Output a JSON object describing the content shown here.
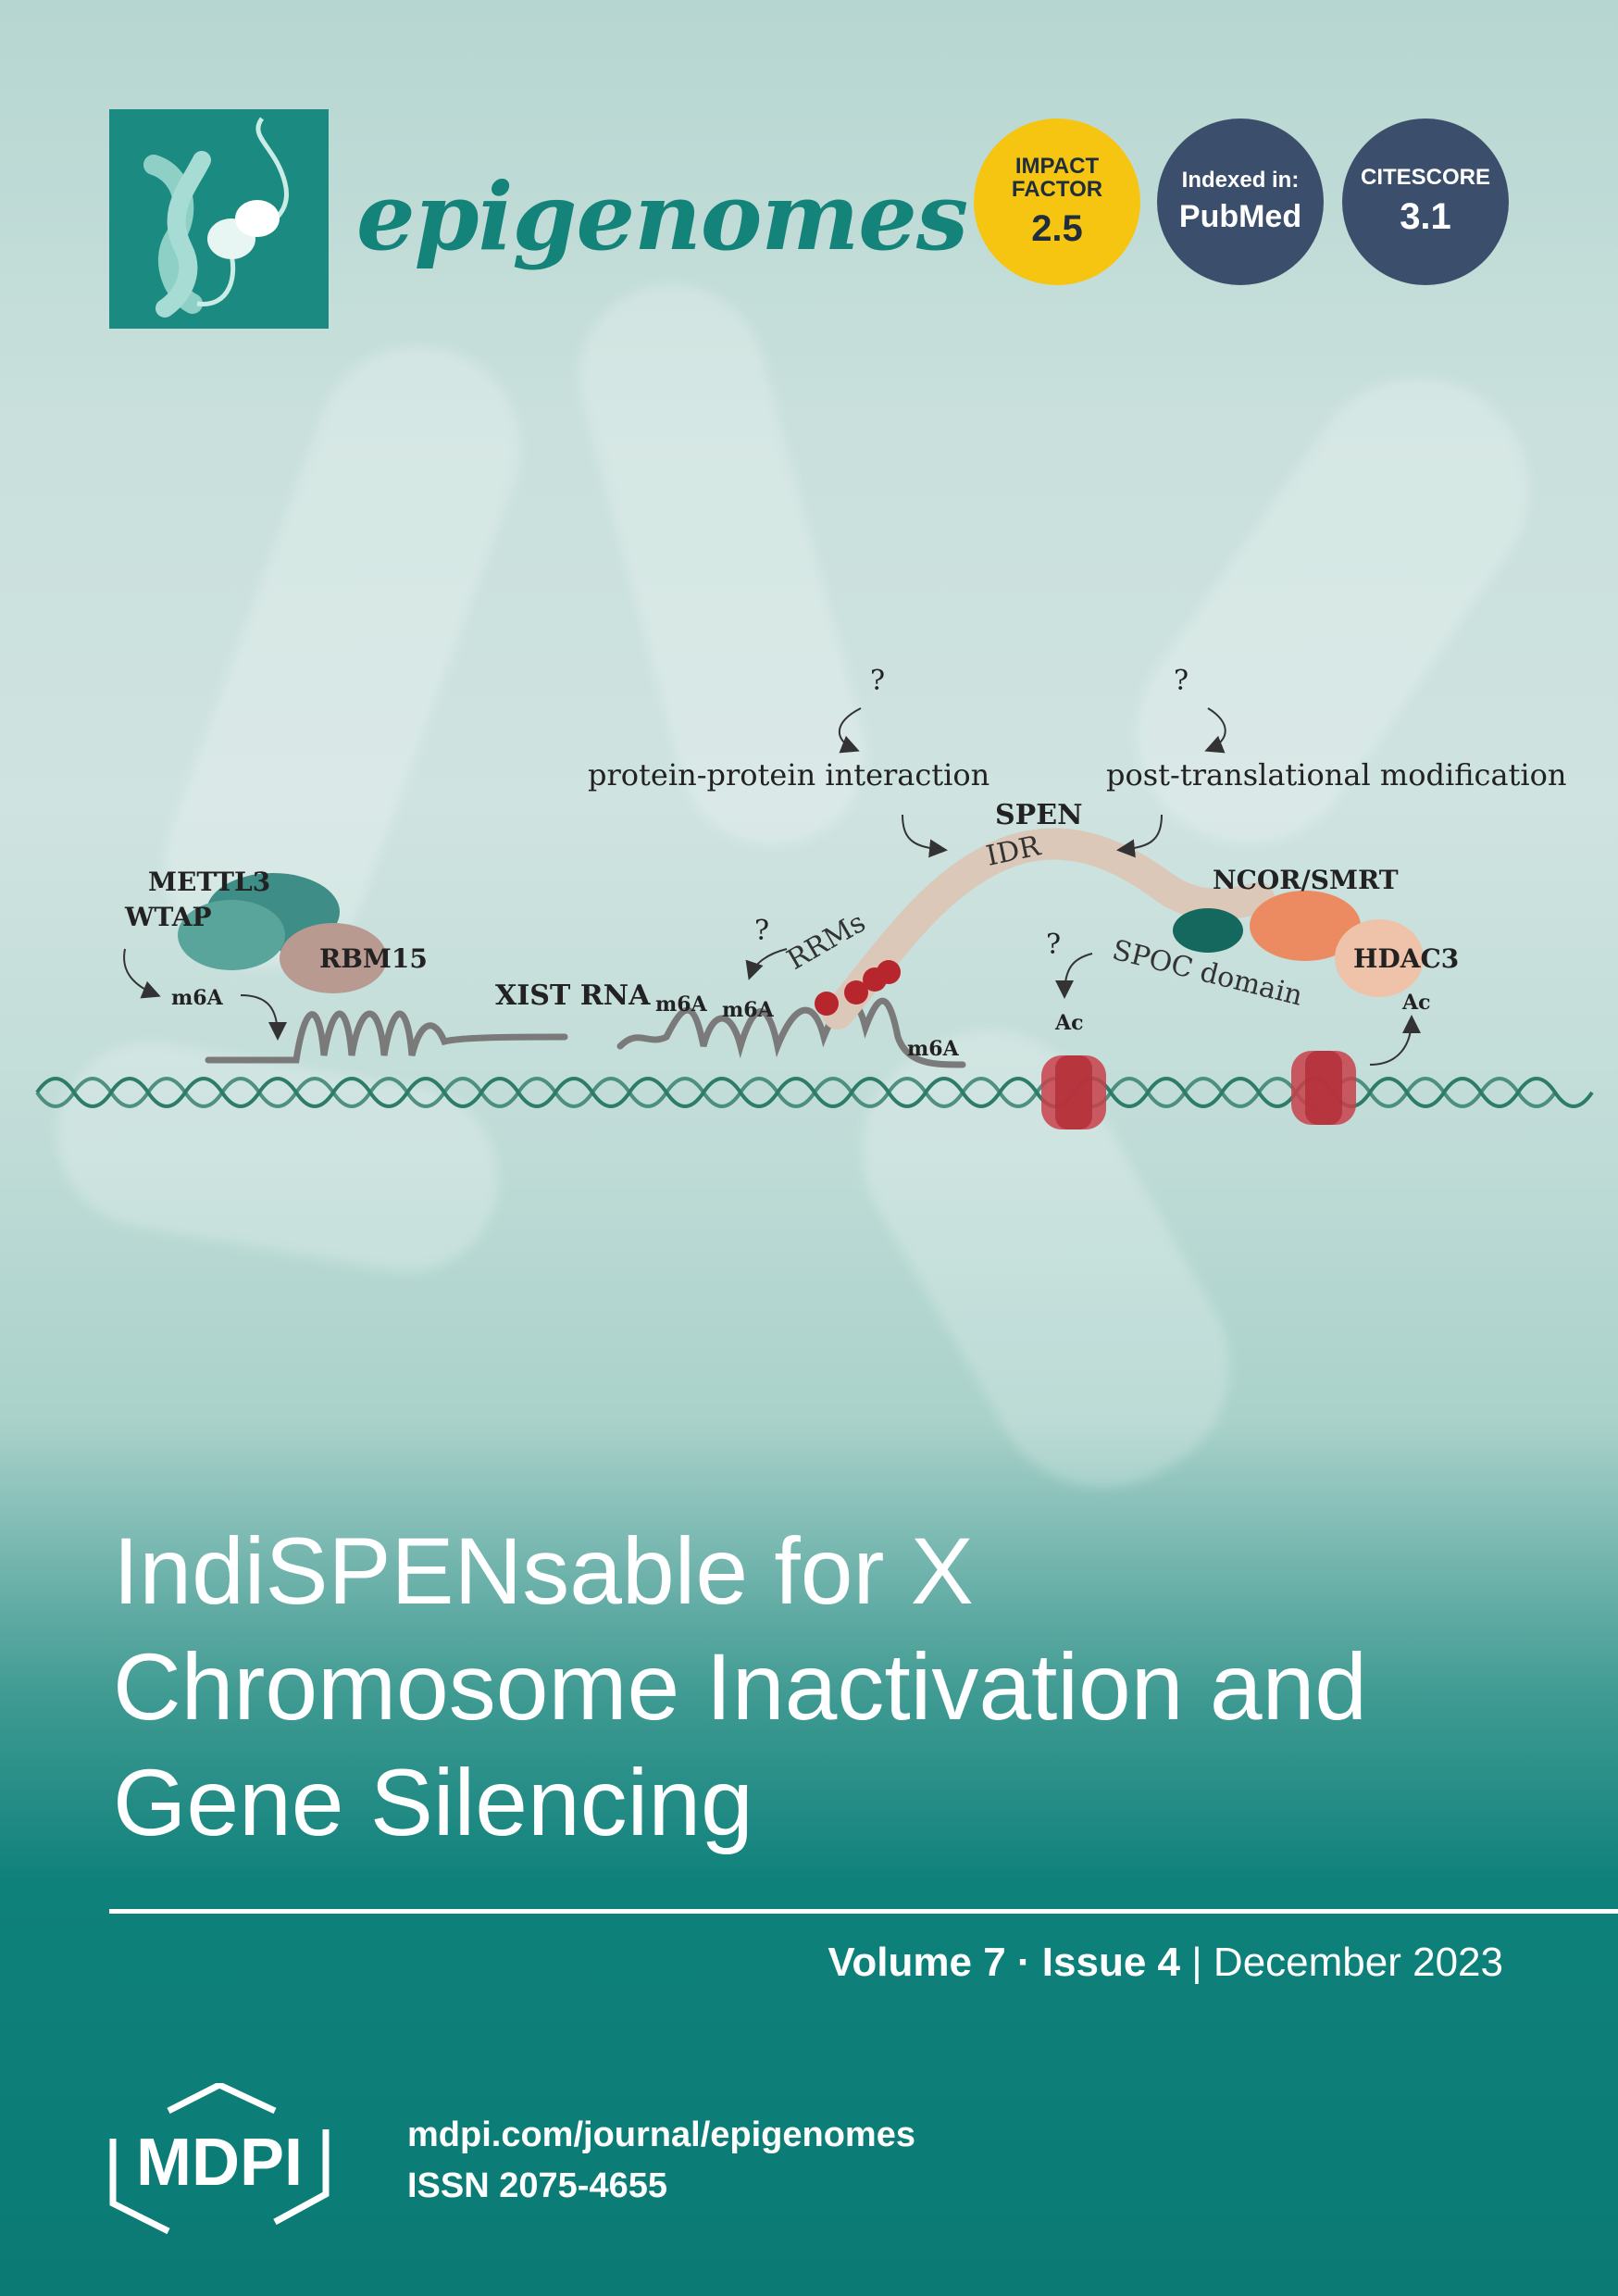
{
  "journal": {
    "name": "epigenomes",
    "logo_icon": "chromosome-nucleosome-icon"
  },
  "badges": {
    "impact_factor": {
      "line1": "IMPACT",
      "line2": "FACTOR",
      "value": "2.5",
      "color": "#f6c512"
    },
    "indexed": {
      "line1": "Indexed in:",
      "value": "PubMed",
      "color": "#3b4f6c"
    },
    "citescore": {
      "line1": "CITESCORE",
      "value": "3.1",
      "color": "#3b4f6c"
    }
  },
  "figure": {
    "q1": "?",
    "q2": "?",
    "q3": "?",
    "q4": "?",
    "ppi": "protein-protein interaction",
    "ptm": "post-translational modification",
    "spen": "SPEN",
    "idr": "IDR",
    "mettl3": "METTL3",
    "wtap": "WTAP",
    "rbm15": "RBM15",
    "m6a_left": "m6A",
    "xist": "XIST RNA",
    "xist_sub": "m6A",
    "m6a_mid": "m6A",
    "rrms": "RRMs",
    "m6a_right": "m6A",
    "ncor": "NCOR/SMRT",
    "spoc": "SPOC domain",
    "hdac3": "HDAC3",
    "ac1": "Ac",
    "ac2": "Ac"
  },
  "title": "IndiSPENsable for X Chromosome Inactivation and Gene Silencing",
  "issue": {
    "volume": "Volume 7",
    "dot": "·",
    "issue": "Issue 4",
    "separator": "|",
    "date": "December 2023"
  },
  "publisher": {
    "name": "MDPI",
    "url": "mdpi.com/journal/epigenomes",
    "issn": "ISSN 2075-4655"
  },
  "colors": {
    "teal": "#14837a",
    "dark_teal": "#0b7a74",
    "badge_yellow": "#f6c512",
    "badge_navy": "#3b4f6c"
  }
}
